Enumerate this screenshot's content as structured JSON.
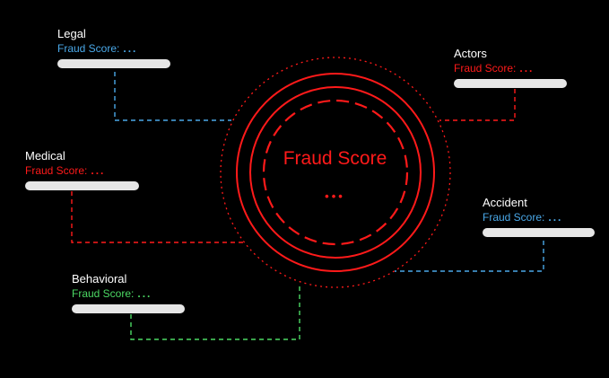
{
  "colors": {
    "background": "#000000",
    "red": "#ff1a1a",
    "blue": "#4aa8e8",
    "green": "#4cd964",
    "bar": "#e6e6e6",
    "title": "#ffffff"
  },
  "center": {
    "label": "Fraud Score",
    "dots": "•••"
  },
  "nodes": {
    "legal": {
      "title": "Legal",
      "score_label": "Fraud Score:",
      "dots": "...",
      "connector_color": "blue"
    },
    "actors": {
      "title": "Actors",
      "score_label": "Fraud Score:",
      "dots": "...",
      "connector_color": "red"
    },
    "medical": {
      "title": "Medical",
      "score_label": "Fraud Score:",
      "dots": "...",
      "connector_color": "red"
    },
    "accident": {
      "title": "Accident",
      "score_label": "Fraud Score:",
      "dots": "...",
      "connector_color": "blue"
    },
    "behavioral": {
      "title": "Behavioral",
      "score_label": "Fraud Score:",
      "dots": "...",
      "connector_color": "green"
    }
  }
}
